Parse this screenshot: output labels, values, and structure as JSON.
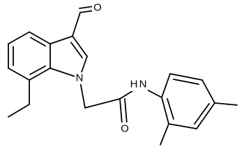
{
  "diagram": {
    "kind": "skeletal-structure",
    "atom_labels": {
      "o_aldehyde": "O",
      "n_indole": "N",
      "nh_amide": "H",
      "n_amide": "N",
      "o_amide": "O"
    }
  }
}
